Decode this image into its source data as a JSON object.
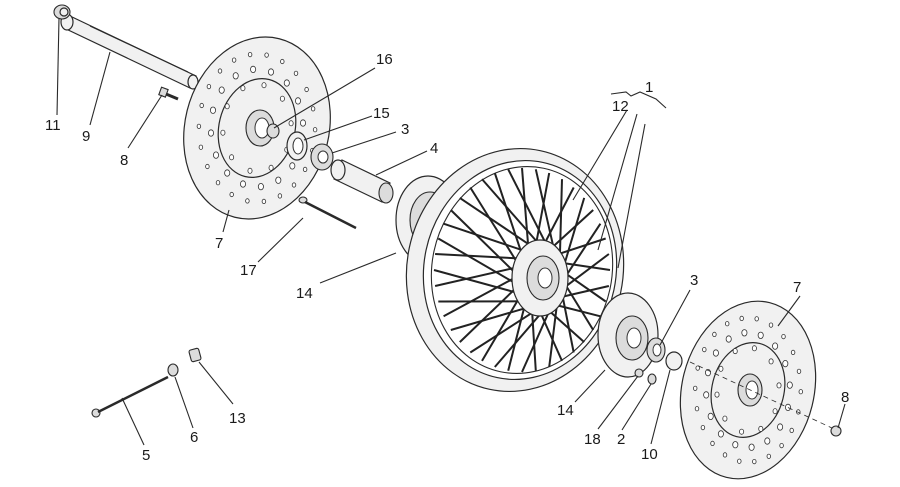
{
  "colors": {
    "line": "#2a2a2a",
    "part_fill": "#f1f1f1",
    "background": "#ffffff"
  },
  "callouts": [
    {
      "id": "1",
      "text": "1"
    },
    {
      "id": "12",
      "text": "12"
    },
    {
      "id": "16",
      "text": "16"
    },
    {
      "id": "15",
      "text": "15"
    },
    {
      "id": "3a",
      "text": "3"
    },
    {
      "id": "4",
      "text": "4"
    },
    {
      "id": "11",
      "text": "11"
    },
    {
      "id": "9",
      "text": "9"
    },
    {
      "id": "8a",
      "text": "8"
    },
    {
      "id": "7a",
      "text": "7"
    },
    {
      "id": "17",
      "text": "17"
    },
    {
      "id": "14a",
      "text": "14"
    },
    {
      "id": "3b",
      "text": "3"
    },
    {
      "id": "7b",
      "text": "7"
    },
    {
      "id": "8b",
      "text": "8"
    },
    {
      "id": "13",
      "text": "13"
    },
    {
      "id": "6",
      "text": "6"
    },
    {
      "id": "5",
      "text": "5"
    },
    {
      "id": "14b",
      "text": "14"
    },
    {
      "id": "18",
      "text": "18"
    },
    {
      "id": "2",
      "text": "2"
    },
    {
      "id": "10",
      "text": "10"
    }
  ]
}
